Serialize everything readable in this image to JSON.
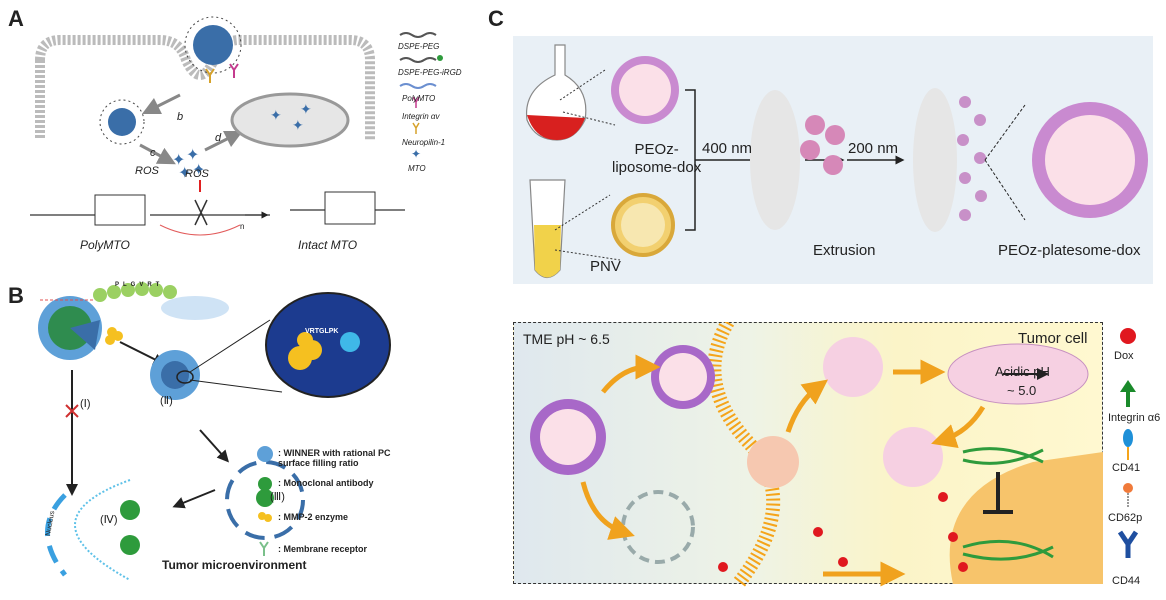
{
  "panels": {
    "a": "A",
    "b": "B",
    "c": "C"
  },
  "panel_a": {
    "legend": [
      "DSPE-PEG",
      "DSPE-PEG-iRGD",
      "PolyMTO",
      "Integrin αv",
      "Neuropilin-1",
      "MTO"
    ],
    "step_b": "b",
    "step_c": "c",
    "step_d": "d",
    "ros_1": "ROS",
    "ros_2": "ROS",
    "poly_label": "PolyMTO",
    "intact_label": "Intact MTO",
    "subscript_n": "n"
  },
  "panel_b": {
    "peptide": "PLGVRT",
    "step_i": "(Ⅰ)",
    "step_ii": "(Ⅱ)",
    "step_iii": "(Ⅲ)",
    "step_iv": "(Ⅳ)",
    "nucleus": "Nucleus",
    "title": "Tumor microenvironment",
    "inset_peptide": "VRTGLPK",
    "legend": [
      ": WINNER with rational PC surface filling ratio",
      ": Monoclonal antibody",
      ": MMP-2 enzyme",
      ": Membrane receptor"
    ]
  },
  "panel_c": {
    "peoz_liposome": "PEOz-\nliposome-dox",
    "pnv": "PNV",
    "nm400": "400 nm",
    "nm200": "200 nm",
    "extrusion": "Extrusion",
    "platesome": "PEOz-platesome-dox",
    "tme": "TME pH ~ 6.5",
    "tumor_cell": "Tumor cell",
    "acidic_ph": "Acidic pH",
    "ph_value": "~ 5.0",
    "legend": [
      "Dox",
      "Integrin α6",
      "CD41",
      "CD62p",
      "CD44"
    ]
  },
  "colors": {
    "dox": "#e0181f",
    "integrin": "#1a8a2a",
    "cd41": "#1e90d8",
    "cd62p": "#f07a3a",
    "cd44": "#1f4fa0",
    "membrane": "#f5a41a",
    "cell": "#f7c46b",
    "arrow": "#f0a21e"
  }
}
